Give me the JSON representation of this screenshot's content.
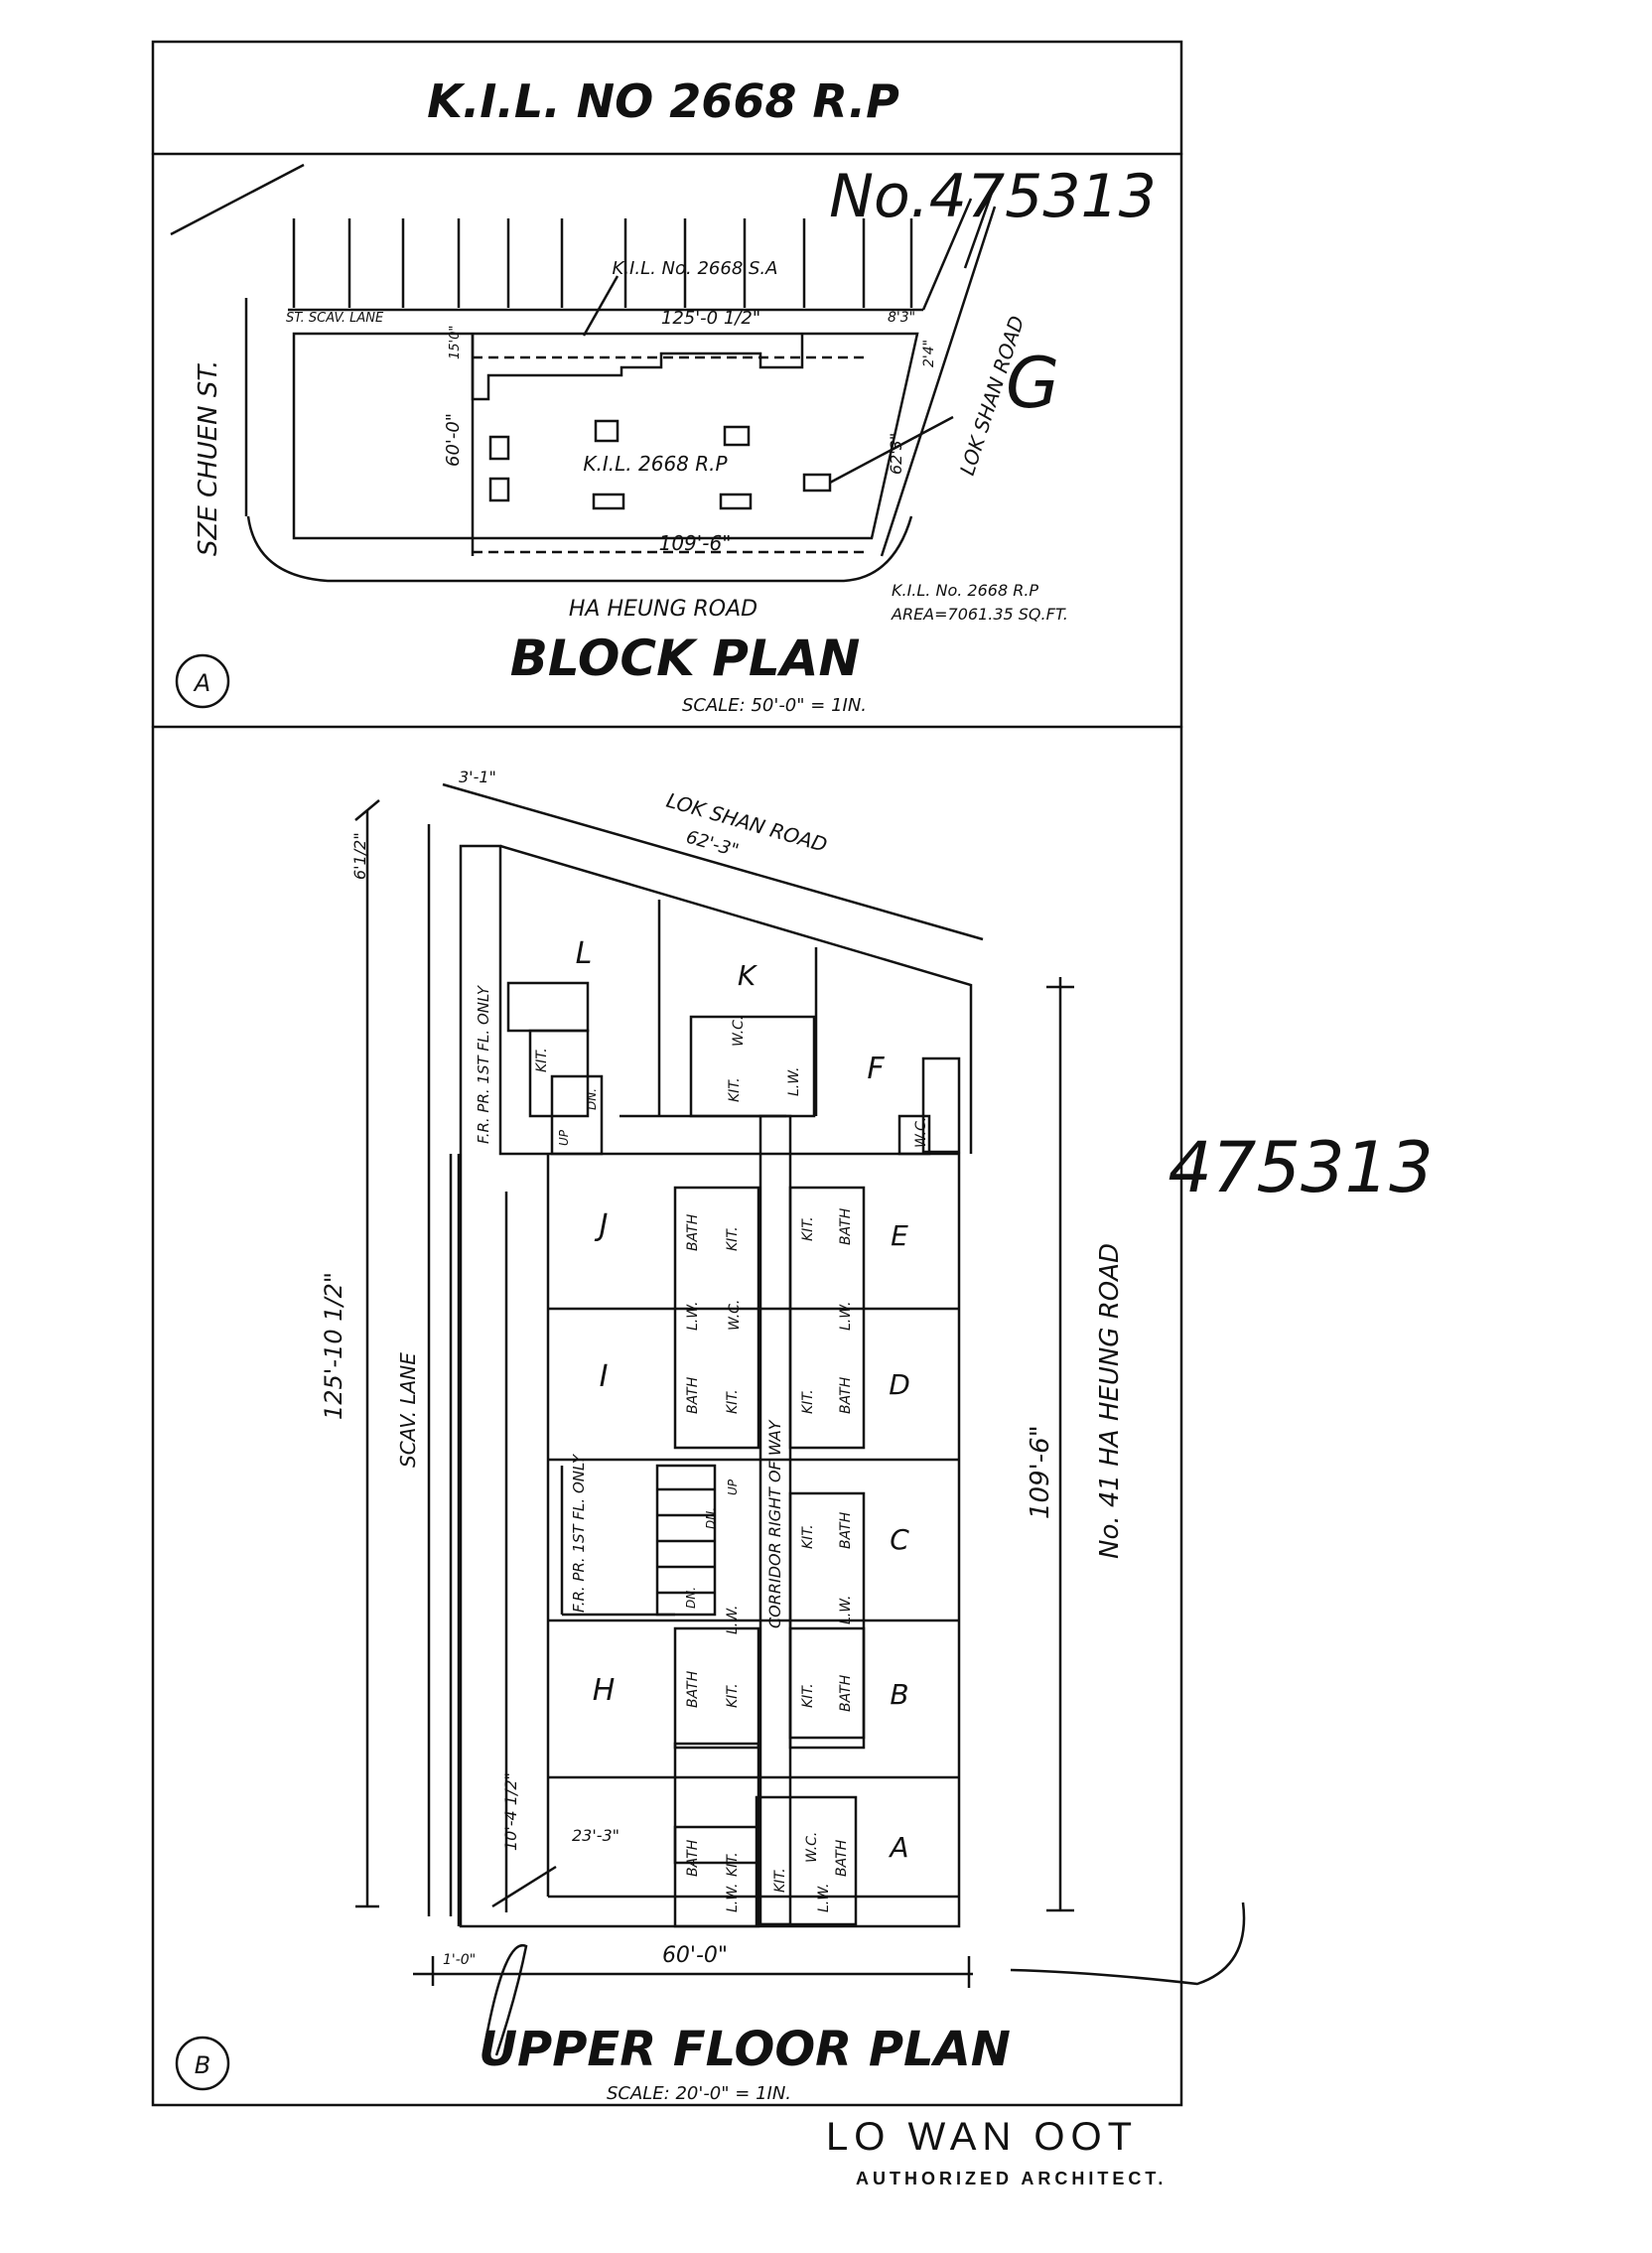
{
  "header": {
    "lot_title": "K.I.L. NO 2668 R.P"
  },
  "annotations": {
    "ref_top": "No.475313",
    "ref_side": "475313",
    "mark_g": "G"
  },
  "block_plan": {
    "circle_label": "A",
    "title": "BLOCK PLAN",
    "scale": "SCALE: 50'-0\" = 1IN.",
    "roads": {
      "left": "SZE CHUEN ST.",
      "bottom": "HA HEUNG ROAD",
      "right": "LOK SHAN ROAD",
      "top_lane": "ST. SCAV. LANE"
    },
    "labels": {
      "neighbour": "K.I.L. No. 2668 S.A",
      "lot": "K.I.L. 2668 R.P",
      "lot_info": "K.I.L. No. 2668 R.P",
      "area": "AREA=7061.35 SQ.FT."
    },
    "dims": {
      "top": "125'-0 1/2\"",
      "bottom": "109'-6\"",
      "left": "60'-0\"",
      "top_left": "15'0\"",
      "top_right": "8'3\"",
      "right_small": "2'4\"",
      "right": "62'3\""
    }
  },
  "floor_plan": {
    "circle_label": "B",
    "title": "UPPER FLOOR PLAN",
    "scale": "SCALE: 20'-0\" = 1IN.",
    "roads": {
      "top": "LOK SHAN ROAD",
      "right": "No. 41 HA HEUNG ROAD",
      "left": "SCAV. LANE"
    },
    "dims": {
      "left": "125'-10 1/2\"",
      "right": "109'-6\"",
      "bottom": "60'-0\"",
      "top_small": "3'-1\"",
      "top_diag": "62'-3\"",
      "left_top": "6'1/2\"",
      "bottom_left": "10'-4 1/2\"",
      "inner": "23'-3\"",
      "bottom_small": "1'-0\""
    },
    "units_left": [
      "L",
      "J",
      "I",
      "H"
    ],
    "units_right": [
      "K",
      "F",
      "E",
      "D",
      "C",
      "B",
      "A"
    ],
    "rooms": {
      "bath": "BATH",
      "kit": "KIT.",
      "lw": "L.W.",
      "wc": "W.C.",
      "up": "UP",
      "dn": "DN.",
      "fire_top": "F.R. PR. 1ST FL. ONLY",
      "fire_mid": "F.R. PR. 1ST FL. ONLY",
      "corridor": "CORRIDOR RIGHT OF WAY"
    }
  },
  "stamp": {
    "name": "LO WAN   OOT",
    "subtitle": "AUTHORIZED ARCHITECT."
  }
}
